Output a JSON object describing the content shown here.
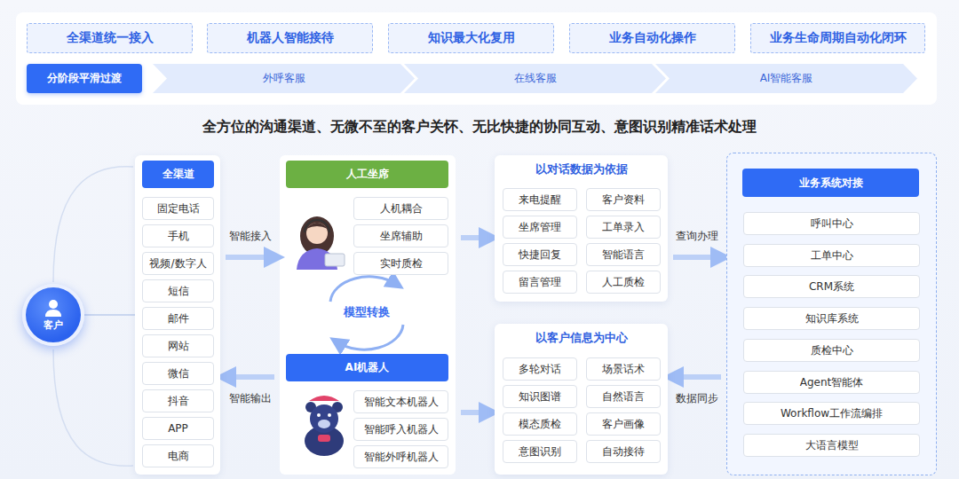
{
  "diagram": {
    "title": "全方位的沟通渠道、无微不至的客户关怀、无比快捷的协同互动、意图识别精准话术处理",
    "nodes": [
      {
        "text": [
          "全渠道统一接入"
        ]
      },
      {
        "text": [
          "机器人智能接待"
        ]
      },
      {
        "text": [
          "知识最大化复用"
        ]
      },
      {
        "text": [
          "业务自动化操作"
        ]
      },
      {
        "text": [
          "业务生命周期自动化闭环"
        ]
      },
      {
        "text": [
          "分阶段平滑过渡"
        ]
      },
      {
        "text": [
          "外呼客服"
        ]
      },
      {
        "text": [
          "在线客服"
        ]
      },
      {
        "text": [
          "AI智能客服"
        ]
      },
      {
        "text": [
          "客户"
        ]
      },
      {
        "text": [
          "全渠道"
        ]
      },
      {
        "text": [
          "固定电话"
        ],
        "in": 10
      },
      {
        "text": [
          "手机"
        ],
        "in": 10
      },
      {
        "text": [
          "视频/数字人"
        ],
        "in": 10
      },
      {
        "text": [
          "短信"
        ],
        "in": 10
      },
      {
        "text": [
          "邮件"
        ],
        "in": 10
      },
      {
        "text": [
          "网站"
        ],
        "in": 10
      },
      {
        "text": [
          "微信"
        ],
        "in": 10
      },
      {
        "text": [
          "抖音"
        ],
        "in": 10
      },
      {
        "text": [
          "APP"
        ],
        "in": 10
      },
      {
        "text": [
          "电商"
        ],
        "in": 10
      },
      {
        "text": [
          "人工坐席"
        ]
      },
      {
        "text": [
          "人机耦合"
        ],
        "in": 21
      },
      {
        "text": [
          "坐席辅助"
        ],
        "in": 21
      },
      {
        "text": [
          "实时质检"
        ],
        "in": 21
      },
      {
        "text": [
          "AI机器人"
        ]
      },
      {
        "text": [
          "智能文本机器人"
        ],
        "in": 25
      },
      {
        "text": [
          "智能呼入机器人"
        ],
        "in": 25
      },
      {
        "text": [
          "智能外呼机器人"
        ],
        "in": 25
      },
      {
        "text": [
          "以对话数据为依据"
        ]
      },
      {
        "text": [
          "来电提醒"
        ],
        "in": 29
      },
      {
        "text": [
          "客户资料"
        ],
        "in": 29
      },
      {
        "text": [
          "坐席管理"
        ],
        "in": 29
      },
      {
        "text": [
          "工单录入"
        ],
        "in": 29
      },
      {
        "text": [
          "快捷回复"
        ],
        "in": 29
      },
      {
        "text": [
          "智能语言"
        ],
        "in": 29
      },
      {
        "text": [
          "留言管理"
        ],
        "in": 29
      },
      {
        "text": [
          "人工质检"
        ],
        "in": 29
      },
      {
        "text": [
          "以客户信息为中心"
        ]
      },
      {
        "text": [
          "多轮对话"
        ],
        "in": 38
      },
      {
        "text": [
          "场景话术"
        ],
        "in": 38
      },
      {
        "text": [
          "知识图谱"
        ],
        "in": 38
      },
      {
        "text": [
          "自然语言"
        ],
        "in": 38
      },
      {
        "text": [
          "模态质检"
        ],
        "in": 38
      },
      {
        "text": [
          "客户画像"
        ],
        "in": 38
      },
      {
        "text": [
          "意图识别"
        ],
        "in": 38
      },
      {
        "text": [
          "自动接待"
        ],
        "in": 38
      },
      {
        "text": [
          "业务系统对接"
        ]
      },
      {
        "text": [
          "呼叫中心"
        ],
        "in": 47
      },
      {
        "text": [
          "工单中心"
        ],
        "in": 47
      },
      {
        "text": [
          "CRM系统"
        ],
        "in": 47
      },
      {
        "text": [
          "知识库系统"
        ],
        "in": 47
      },
      {
        "text": [
          "质检中心"
        ],
        "in": 47
      },
      {
        "text": [
          "Agent智能体"
        ],
        "in": 47
      },
      {
        "text": [
          "Workflow工作流编排"
        ],
        "in": 47
      },
      {
        "text": [
          "大语言模型"
        ],
        "in": 47
      }
    ],
    "edges": [
      {
        "from": 9,
        "to": 10,
        "arrow": "none"
      },
      {
        "from": 10,
        "to": 21,
        "label": "智能接入",
        "arrow": "to"
      },
      {
        "from": 25,
        "to": 10,
        "label": "智能输出",
        "arrow": "to"
      },
      {
        "from": 21,
        "to": 29,
        "arrow": "to"
      },
      {
        "from": 25,
        "to": 38,
        "arrow": "to"
      },
      {
        "from": 29,
        "to": 47,
        "label": "查询办理",
        "arrow": "to"
      },
      {
        "from": 47,
        "to": 38,
        "label": "数据同步",
        "arrow": "to"
      }
    ],
    "labels": [
      "模型转换"
    ]
  }
}
